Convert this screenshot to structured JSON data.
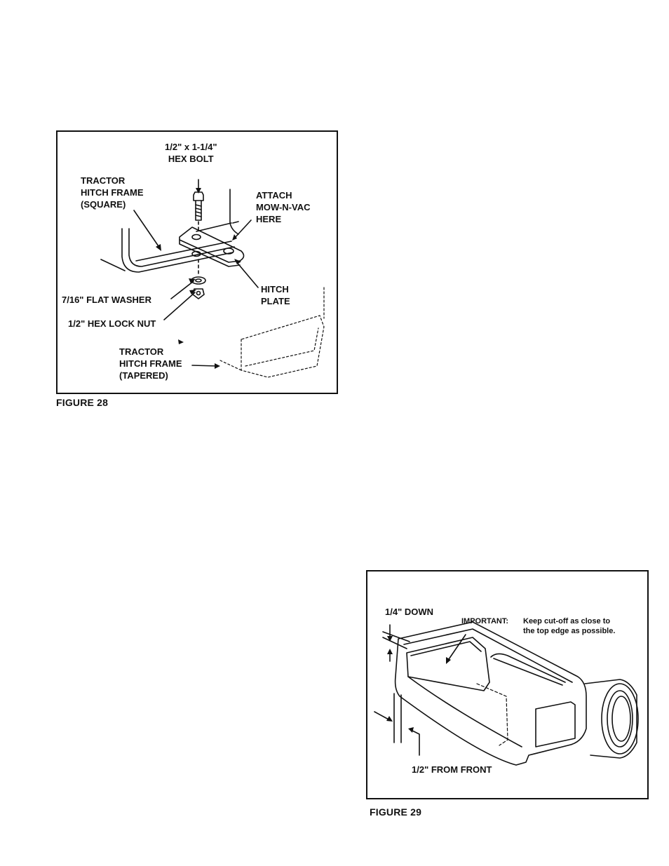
{
  "figure28": {
    "caption": "FIGURE 28",
    "labels": {
      "hex_bolt": "1/2\" x 1-1/4\"\nHEX BOLT",
      "hitch_frame_square": "TRACTOR\nHITCH FRAME\n(SQUARE)",
      "attach": "ATTACH\nMOW-N-VAC\nHERE",
      "flat_washer": "7/16\" FLAT WASHER",
      "hitch_plate": "HITCH\nPLATE",
      "lock_nut": "1/2\" HEX LOCK NUT",
      "hitch_frame_tapered": "TRACTOR\nHITCH FRAME\n(TAPERED)"
    }
  },
  "figure29": {
    "caption": "FIGURE 29",
    "labels": {
      "quarter_down": "1/4\" DOWN",
      "important_label": "IMPORTANT:",
      "important_text": "Keep cut-off as close to\nthe top edge as possible.",
      "half_from_front": "1/2\" FROM FRONT"
    }
  }
}
